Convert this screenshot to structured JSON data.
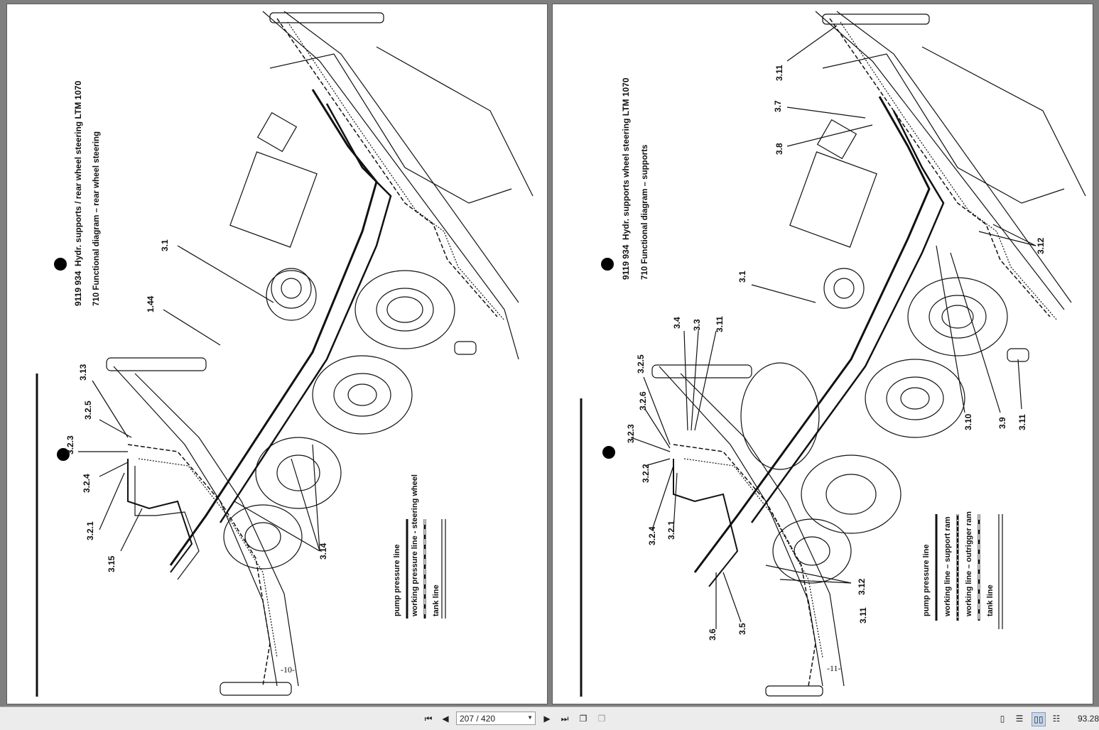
{
  "left_page": {
    "doc_code": "9119 934",
    "title": "Hydr. supports / rear wheel steering  LTM 1070",
    "subtitle": "710 Functional diagram – rear wheel steering",
    "labels": [
      "3.1",
      "1.44",
      "3.13",
      "3.2.5",
      "3.2.3",
      "3.2.4",
      "3.2.1",
      "3.15",
      "3.14"
    ],
    "legend": [
      "pump pressure line",
      "working pressure line - steering wheel",
      "tank line"
    ],
    "page_number": "-10-"
  },
  "right_page": {
    "doc_code": "9119 934",
    "title": "Hydr. supports wheel steering  LTM 1070",
    "subtitle": "710 Functional diagram – supports",
    "labels": [
      "3.11",
      "3.7",
      "3.8",
      "3.12",
      "3.1",
      "3.4",
      "3.3",
      "3.11",
      "3.2.5",
      "3.2.6",
      "3.2.3",
      "3.2.2",
      "3.2.4",
      "3.2.1",
      "3.6",
      "3.5",
      "3.12",
      "3.11",
      "3.10",
      "3.9",
      "3.11"
    ],
    "legend": [
      "pump pressure line",
      "working line – support ram",
      "working line – outrigger ram",
      "tank line"
    ],
    "page_number": "-11-"
  },
  "toolbar": {
    "page_field": "207 / 420",
    "zoom": "93.28"
  }
}
